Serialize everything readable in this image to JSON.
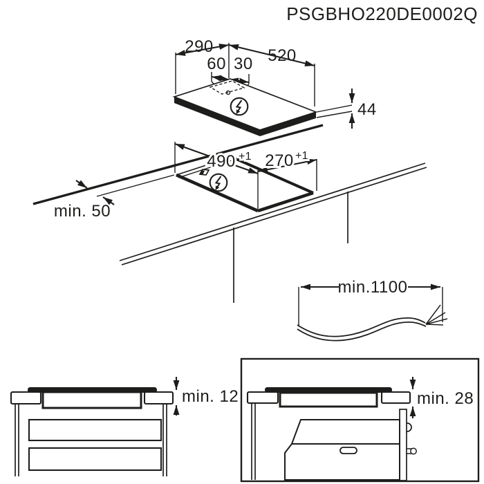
{
  "document_code": "PSGBHO220DE0002Q",
  "ink_color": "#1d1d1b",
  "hob_view": {
    "width_mm": "290",
    "depth_mm": "520",
    "junction_box_offset_left_mm": "60",
    "junction_box_offset_right_mm": "30",
    "height_mm": "44",
    "power_icon": "lightning-circle"
  },
  "cutout_view": {
    "cutout_length_mm": "490",
    "cutout_length_tolerance": "+1",
    "cutout_width_mm": "270",
    "cutout_width_tolerance": "+1",
    "min_front_distance": "min. 50",
    "power_icon": "lightning-circle"
  },
  "cable_view": {
    "min_cable_length": "min.1100"
  },
  "drawer_section_view": {
    "min_clearance": "min. 12"
  },
  "oven_section_view": {
    "min_clearance": "min. 28"
  }
}
